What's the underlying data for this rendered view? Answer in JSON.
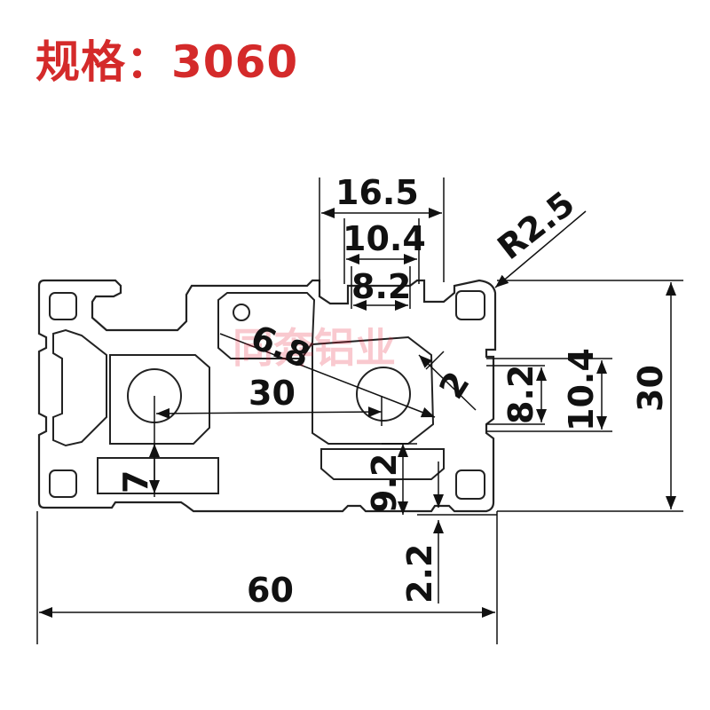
{
  "title": "规格：3060",
  "watermark": "同奔铝业",
  "colors": {
    "title": "#d42a2a",
    "line": "#111111",
    "watermark": "#e8102a"
  },
  "dimensions": {
    "slot_opening_outer": "16.5",
    "slot_opening_mid": "10.4",
    "slot_opening_inner": "8.2",
    "corner_radius": "R2.5",
    "center_bore": "6.8",
    "center_distance": "30",
    "wall_thickness": "2",
    "side_slot_inner": "8.2",
    "side_slot_mid": "10.4",
    "height": "30",
    "rib_height": "7",
    "slot_depth": "9.2",
    "flange_thickness": "2.2",
    "width": "60"
  }
}
